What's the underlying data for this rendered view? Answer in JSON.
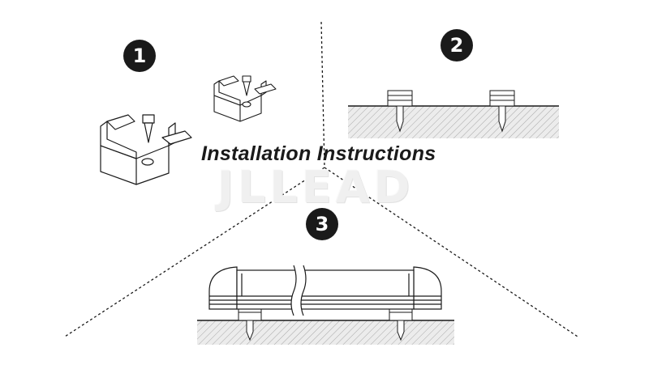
{
  "title": "Installation Instructions",
  "watermark": "JLLEAD",
  "steps": [
    {
      "number": "1"
    },
    {
      "number": "2"
    },
    {
      "number": "3"
    }
  ],
  "colors": {
    "line": "#1a1a1a",
    "hatch": "#9a9a9a",
    "surface": "#e9e9e9",
    "badge": "#1a1a1a"
  }
}
